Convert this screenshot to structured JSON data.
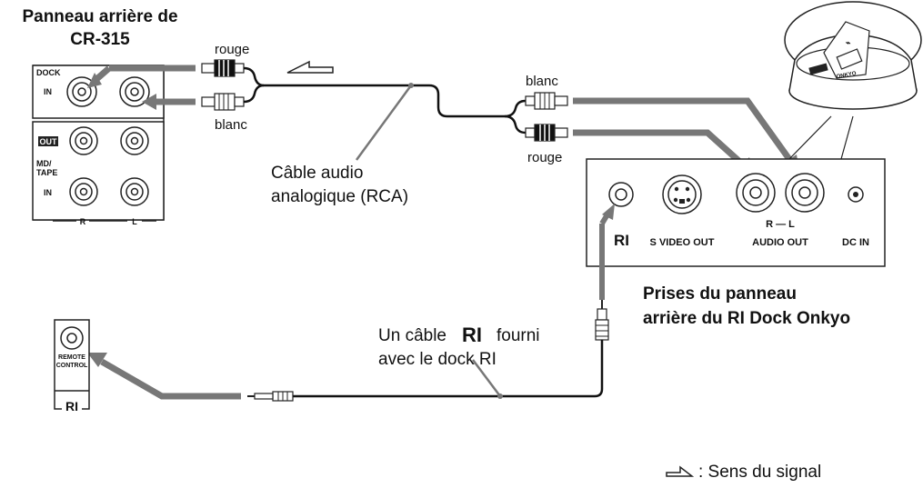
{
  "receiver": {
    "title_line1": "Panneau arrière de",
    "title_line2": "CR-315",
    "dock_label": "DOCK",
    "in_label": "IN",
    "out_label": "OUT",
    "mdtape_line1": "MD/",
    "mdtape_line2": "TAPE",
    "in_label_2": "IN",
    "r_label": "R",
    "l_label": "L"
  },
  "cable_labels": {
    "rouge_left": "rouge",
    "blanc_left": "blanc",
    "blanc_right": "blanc",
    "rouge_right": "rouge"
  },
  "audio_cable": {
    "line1": "Câble audio",
    "line2": "analogique (RCA)"
  },
  "dock_panel": {
    "ri_label": "RI",
    "svideo_label": "S VIDEO OUT",
    "rl_label": "R — L",
    "audio_out_label": "AUDIO OUT",
    "dcin_label": "DC IN",
    "caption_line1": "Prises du panneau",
    "caption_line2": "arrière du RI Dock Onkyo",
    "dock_logo": "ONKYO"
  },
  "ri_cable": {
    "line1_prefix": "Un câble",
    "line1_ri": "RI",
    "line1_suffix": "fourni",
    "line2": "avec le dock RI"
  },
  "remote_panel": {
    "line1": "REMOTE",
    "line2": "CONTROL",
    "ri_label": "RI"
  },
  "legend": {
    "text": ": Sens du signal"
  }
}
